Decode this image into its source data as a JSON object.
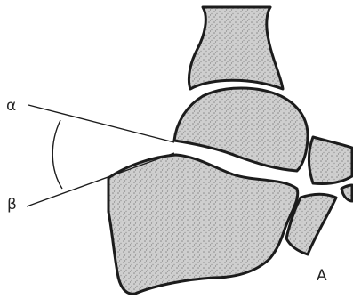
{
  "labels": {
    "alpha": "α",
    "beta": "β",
    "panel": "A"
  },
  "colors": {
    "bone_fill": "#c9c9c9",
    "outline": "#1c1c1c",
    "background": "#ffffff"
  }
}
